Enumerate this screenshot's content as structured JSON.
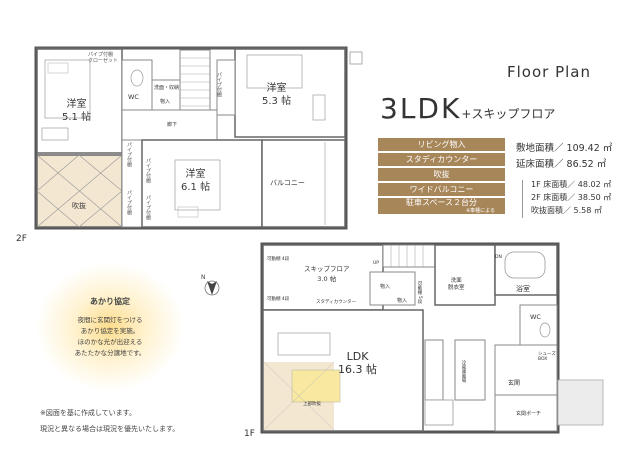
{
  "heading": "Floor Plan",
  "plan_type": {
    "main": "3LDK",
    "suffix": "+スキップフロア"
  },
  "features": [
    "リビング物入",
    "スタディカウンター",
    "吹抜",
    "ワイドバルコニー",
    "駐車スペース２台分"
  ],
  "feature_note": "※車種による",
  "areas": {
    "site": "敷地面積／ 109.42 ㎡",
    "floor": "延床面積／ 86.52 ㎡",
    "f1": "1F 床面積／ 48.02 ㎡",
    "f2": "2F 床面積／ 38.50 ㎡",
    "void": "吹抜面積／ 5.58 ㎡"
  },
  "glow": {
    "title": "あかり協定",
    "lines": [
      "夜間に玄関灯をつける",
      "あかり協定を実施。",
      "ほのかな光が出迎える",
      "あたたかな分譲地です。"
    ]
  },
  "notes": [
    "※図面を基に作成しています。",
    "現況と異なる場合は現況を優先いたします。"
  ],
  "floors": {
    "second": "2F",
    "first": "1F"
  },
  "rooms_2f": {
    "west_room_name": "洋室",
    "west_room_size": "5.1 帖",
    "east_room_name": "洋室",
    "east_room_size": "5.3 帖",
    "center_room_name": "洋室",
    "center_room_size": "6.1 帖",
    "void": "吹抜",
    "balcony": "バルコニー",
    "wc": "WC",
    "washroom": "洗面・収納",
    "storage": "物入",
    "hall": "廊下",
    "closet1": "パイプ付棚",
    "closet2": "パイプ付棚",
    "closet3": "パイプ付棚",
    "closet4": "パイプ付棚",
    "closet5": "パイプ付棚",
    "closet_top": "パイプ付棚\nクローゼット"
  },
  "rooms_1f": {
    "skip": "スキップフロア",
    "skip_size": "3.0 帖",
    "ldk": "LDK",
    "ldk_size": "16.3 帖",
    "washroom": "洗面\n脱衣室",
    "bath": "浴室",
    "wc": "WC",
    "entrance": "玄関",
    "porch": "玄関ポーチ",
    "storage": "物入",
    "storage2": "物入",
    "study": "スタディカウンター",
    "shelf1": "可動棚 4段",
    "shelf2": "可動棚 4段",
    "shelf3": "可動棚 5段",
    "fridge": "冷蔵庫置場",
    "upper_void": "上部吹抜",
    "stair_up": "UP",
    "shoe": "シューズ\nBOX",
    "dn": "DN"
  }
}
